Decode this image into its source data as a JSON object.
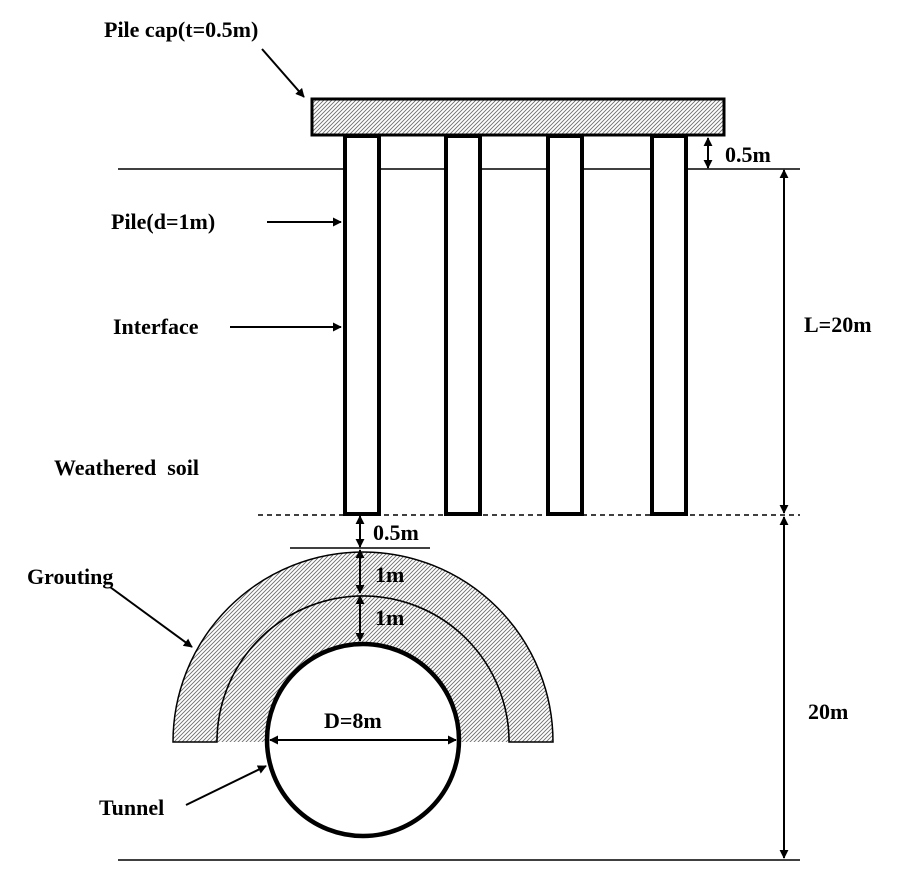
{
  "labels": {
    "pile_cap": "Pile cap(t=0.5m)",
    "pile": "Pile(d=1m)",
    "interface": "Interface",
    "weathered_soil": "Weathered  soil",
    "grouting": "Grouting",
    "tunnel": "Tunnel",
    "tunnel_diameter": "D=8m",
    "cap_gap": "0.5m",
    "pile_length": "L=20m",
    "pile_tip_gap": "0.5m",
    "grout_layer_outer": "1m",
    "grout_layer_inner": "1m",
    "lower_depth": "20m"
  },
  "colors": {
    "ink": "#000000",
    "hatch": "#7a7a7a",
    "background": "#ffffff"
  }
}
